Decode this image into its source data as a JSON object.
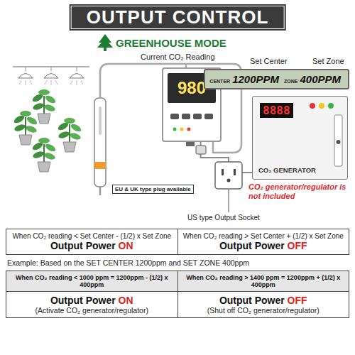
{
  "diagram": {
    "title": "OUTPUT CONTROL",
    "nodes": [
      {
        "text": [
          "980"
        ]
      },
      {
        "text": [
          "CENTER",
          "1200PPM",
          "ZONE",
          "400PPM"
        ]
      },
      {
        "text": [
          "8888",
          "CO₂ GENERATOR"
        ]
      }
    ],
    "edges": [
      {
        "from": 0,
        "to": 1,
        "arrow": "none"
      },
      {
        "from": 0,
        "to": 2,
        "arrow": "none"
      }
    ],
    "labels": [
      "GREENHOUSE MODE",
      "Current CO₂ Reading",
      "Set Center",
      "Set Zone",
      "EU & UK type plug available",
      "US type Output Socket",
      "CO₂ generator/regulator is not included",
      "When CO₂ reading < Set Center - (1/2) x Set Zone",
      "Output Power ON",
      "When CO₂ reading > Set Center + (1/2) x Set Zone",
      "Output Power OFF",
      "Example: Based on the SET CENTER 1200ppm and SET ZONE 400ppm",
      "When CO₂ reading < 1000 ppm = 1200ppm - (1/2) x 400ppm",
      "When CO₂ reading > 1400 ppm = 1200ppm + (1/2) x 400ppm",
      "Output Power ON",
      "(Activate CO₂ generator/regulator)",
      "Output Power OFF",
      "(Shut off CO₂ generator/regulator)"
    ]
  }
}
